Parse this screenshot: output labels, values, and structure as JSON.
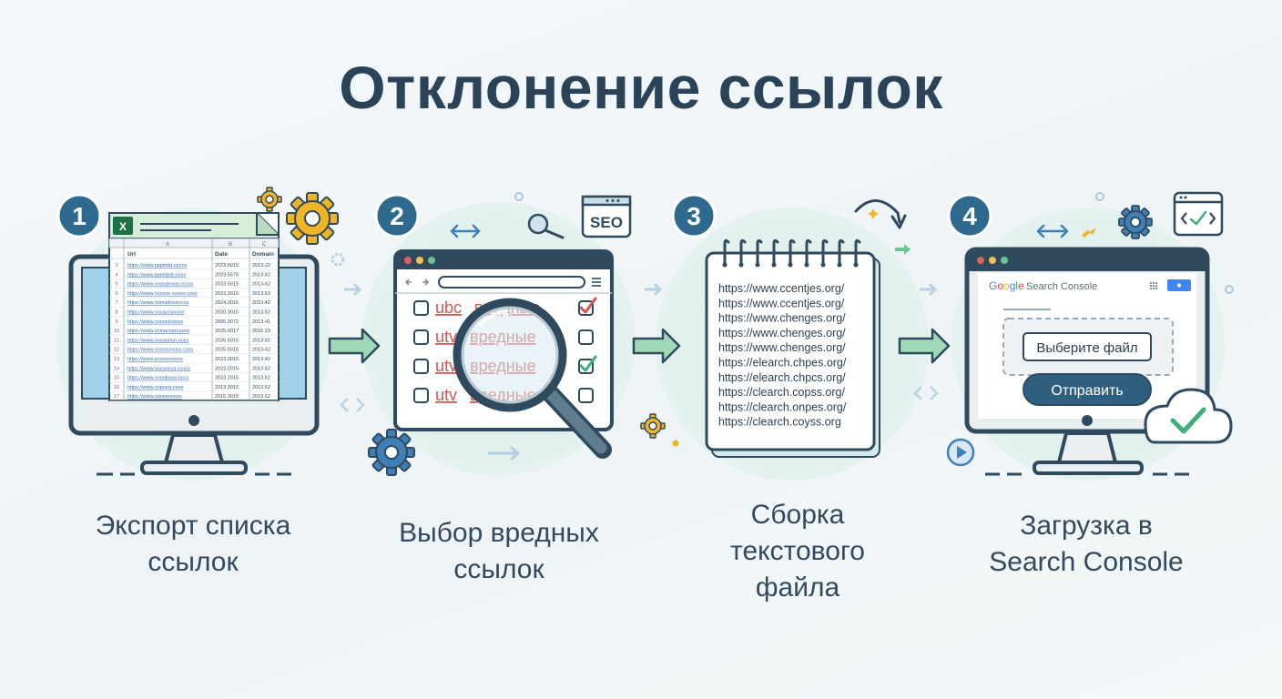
{
  "title": "Отклонение ссылок",
  "steps": [
    {
      "number": "1",
      "label_lines": [
        "Экспорт списка",
        "ссылок"
      ]
    },
    {
      "number": "2",
      "label_lines": [
        "Выбор вредных",
        "ссылок"
      ]
    },
    {
      "number": "3",
      "label_lines": [
        "Сборка",
        "текстового",
        "файла"
      ]
    },
    {
      "number": "4",
      "label_lines": [
        "Загрузка в",
        "Search Console"
      ]
    }
  ],
  "spreadsheet": {
    "headers": [
      "Url",
      "Date",
      "Domain"
    ],
    "columns": [
      "A",
      "B",
      "C"
    ],
    "rows": [
      [
        "https://www.pppbdxt.oocos",
        "2023.5015",
        "2013-22"
      ],
      [
        "https://www.ppmldott.ooos",
        "2023.5575",
        "2013.62"
      ],
      [
        "https://www.ooasdooos.cccos",
        "2023.5015",
        "2013-62"
      ],
      [
        "https://www.ooosse ooses.coos",
        "2023.2015",
        "2013.63"
      ],
      [
        "https://www.oomattooeocos",
        "2024.3015",
        "2013.42"
      ],
      [
        "https://www.oocacosoooo",
        "2020.3015",
        "2013.62"
      ],
      [
        "https://www.oooootcooos",
        "2005.3072",
        "2013-41"
      ],
      [
        "https://www.ocmaceercooos",
        "2025-6017",
        "2016.29"
      ],
      [
        "https://www.oooaanoo.ooss",
        "2026.5015",
        "2013.62"
      ],
      [
        "https://www.oooosoooss coss",
        "2025.5015",
        "2013-62"
      ],
      [
        "https://www.eccooorosos",
        "2023.3015",
        "2013.42"
      ],
      [
        "https://www.oocoossa.ccoos",
        "2023.2015",
        "2013.62"
      ],
      [
        "https://www.oooobssscoccs",
        "2023.2015",
        "2013.62"
      ],
      [
        "https://www.oopoeq.ooos",
        "2013.3015",
        "2013.62"
      ],
      [
        "https://www.oooeaoooos",
        "2015.3015",
        "2013.62"
      ]
    ]
  },
  "browser_links": [
    {
      "text": "ubc",
      "tail": "вредные",
      "checked": true
    },
    {
      "text": "utv",
      "tail": "вредные",
      "checked": false
    },
    {
      "text": "utv",
      "tail": "вредные",
      "checked": true
    },
    {
      "text": "utv",
      "tail": "вредные",
      "checked": false
    }
  ],
  "seo_badge": "SEO",
  "notepad_urls": [
    "https://www.ccentjes.org/",
    "https://www.ccentjes.org/",
    "https://www.chenges.org/",
    "https://www.chenges.org/",
    "https://www.chenges.org/",
    "https://elearch.chpes.org/",
    "https://elearch.chpcs.org/",
    "https://clearch.copss.org/",
    "https://clearch.onpes.org/",
    "https://clearch.coyss.org"
  ],
  "search_console": {
    "brand": "Google",
    "product": "Search Console",
    "choose_file_button": "Выберите файл",
    "submit_button": "Отправить"
  },
  "colors": {
    "primary": "#2f5f7e",
    "accent_green": "#3fae7a",
    "gear_yellow": "#f0b429",
    "gear_blue": "#3f7fb5",
    "harmful_red": "#d9534f"
  }
}
